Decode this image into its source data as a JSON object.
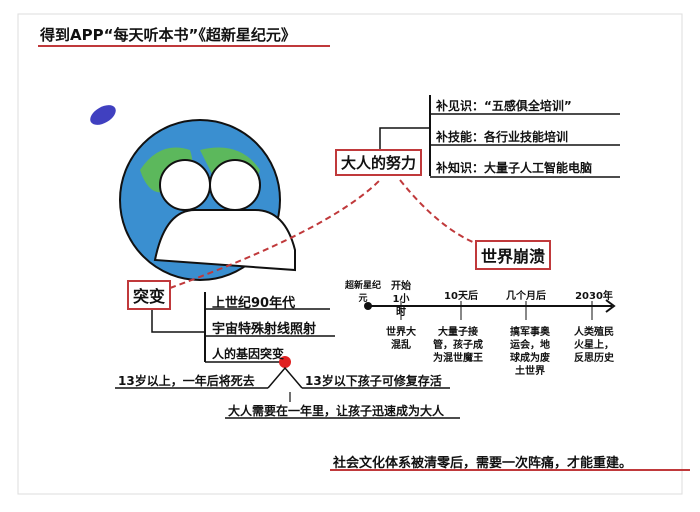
{
  "header": {
    "title": "得到APP“每天听本书”《超新星纪元》"
  },
  "effort": {
    "label": "大人的努力",
    "items": [
      "补见识：“五感俱全培训”",
      "补技能：各行业技能培训",
      "补知识：大量子人工智能电脑"
    ]
  },
  "collapse": {
    "label": "世界崩溃"
  },
  "mutation": {
    "label": "突变",
    "items": [
      "上世纪90年代",
      "宇宙特殊射线照射",
      "人的基因突变"
    ]
  },
  "split": {
    "left": "13岁以上，一年后将死去",
    "right": "13岁以下孩子可修复存活",
    "result": "大人需要在一年里，让孩子迅速成为大人"
  },
  "timeline": {
    "start": "超新星纪元",
    "points": [
      {
        "label": "开始1小时",
        "desc": "世界大混乱"
      },
      {
        "label": "10天后",
        "desc": "大量子接管，孩子成为混世魔王"
      },
      {
        "label": "几个月后",
        "desc": "搞军事奥运会，地球成为废土世界"
      },
      {
        "label": "2030年",
        "desc": "人类殖民火星上，反思历史"
      }
    ]
  },
  "footer": {
    "conclusion": "社会文化体系被清零后，需要一次阵痛，才能重建。"
  },
  "colors": {
    "accent": "#c0393b",
    "globe": "#3a8fd0",
    "land": "#5cb85c"
  }
}
